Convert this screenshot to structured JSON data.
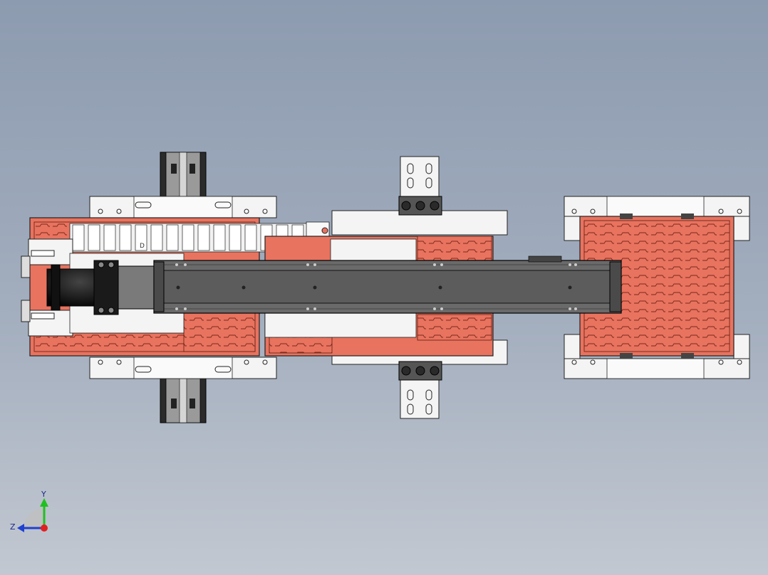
{
  "triad": {
    "y_label": "Y",
    "z_label": "Z"
  },
  "part_labels": {
    "label_a": "D",
    "label_b": "D"
  },
  "colors": {
    "background_top": "#8d9bb0",
    "background_bottom": "#c2c8d1",
    "tray_red": "#e8735f",
    "module_white": "#f4f4f4",
    "rail_gray": "#6a6a6a",
    "motor_black": "#111111",
    "axis_y": "#20c020",
    "axis_z": "#2040d0",
    "axis_origin": "#e02020"
  }
}
